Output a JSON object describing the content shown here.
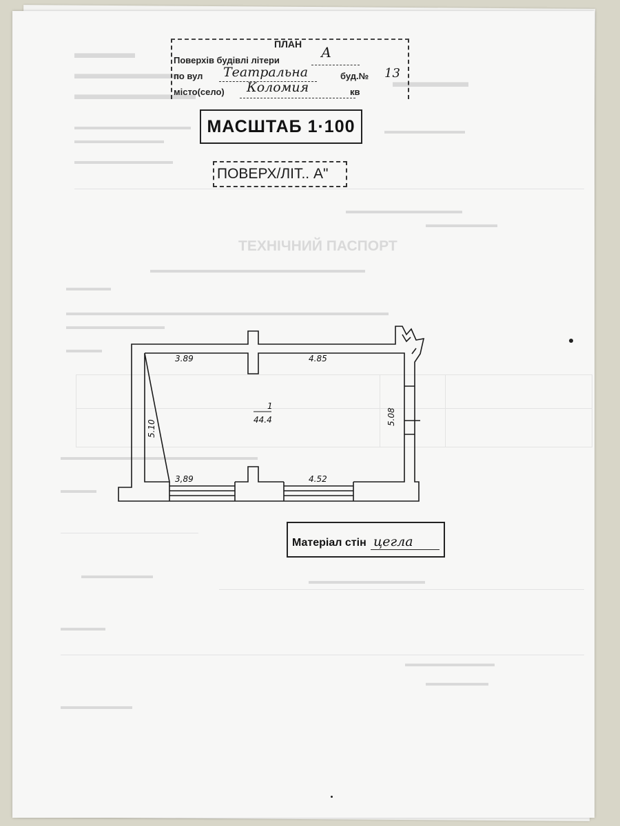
{
  "plan_stamp": {
    "title": "ПЛАН",
    "line1_label": "Поверхів будівлі літери",
    "line1_value": "А",
    "line2_label": "по вул",
    "line2_value": "Театральна",
    "line2_extra_label": "буд.№",
    "line2_extra_value": "13",
    "line3_label": "місто(село)",
    "line3_value": "Коломия",
    "line3_extra_label": "кв"
  },
  "scale_stamp": {
    "text": "МАСШТАБ 1·100"
  },
  "floor_stamp": {
    "text": "ПОВЕРХ/ЛІТ.. А\""
  },
  "floor_plan": {
    "room_number": "1",
    "room_area": "44.4",
    "dimensions": {
      "top_left": "3.89",
      "top_right": "4.85",
      "bottom_left": "3,89",
      "bottom_right": "4.52",
      "left": "5.10",
      "right": "5.08"
    }
  },
  "material_stamp": {
    "label": "Матеріал стін",
    "value": "цегла"
  },
  "background_text": {
    "title": "ТЕХНІЧНИЙ ПАСПОРТ"
  },
  "colors": {
    "paper": "#f7f7f6",
    "ink": "#1a1a1a",
    "bleed": "#d9d9d9"
  }
}
